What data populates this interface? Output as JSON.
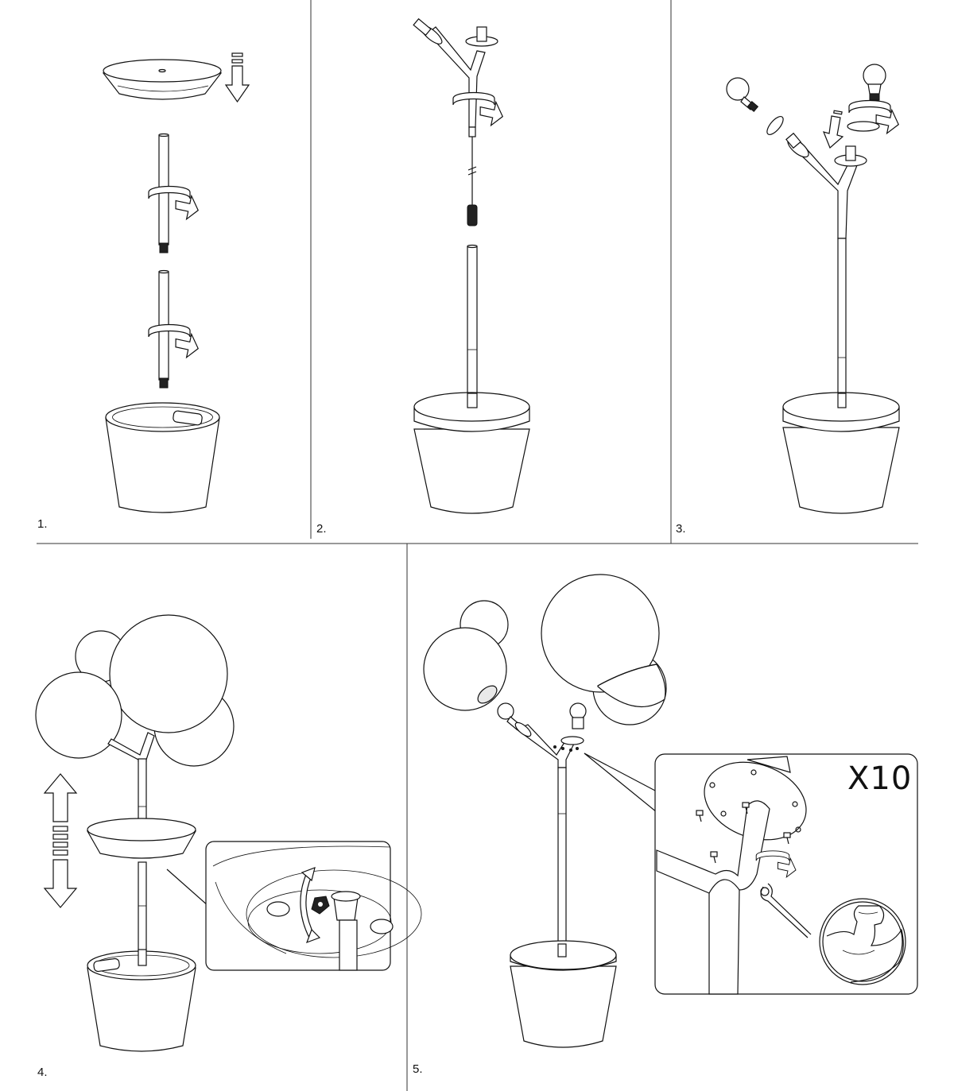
{
  "steps": [
    {
      "number": "1."
    },
    {
      "number": "2."
    },
    {
      "number": "3."
    },
    {
      "number": "4."
    },
    {
      "number": "5."
    }
  ],
  "detail_badge": "X10"
}
